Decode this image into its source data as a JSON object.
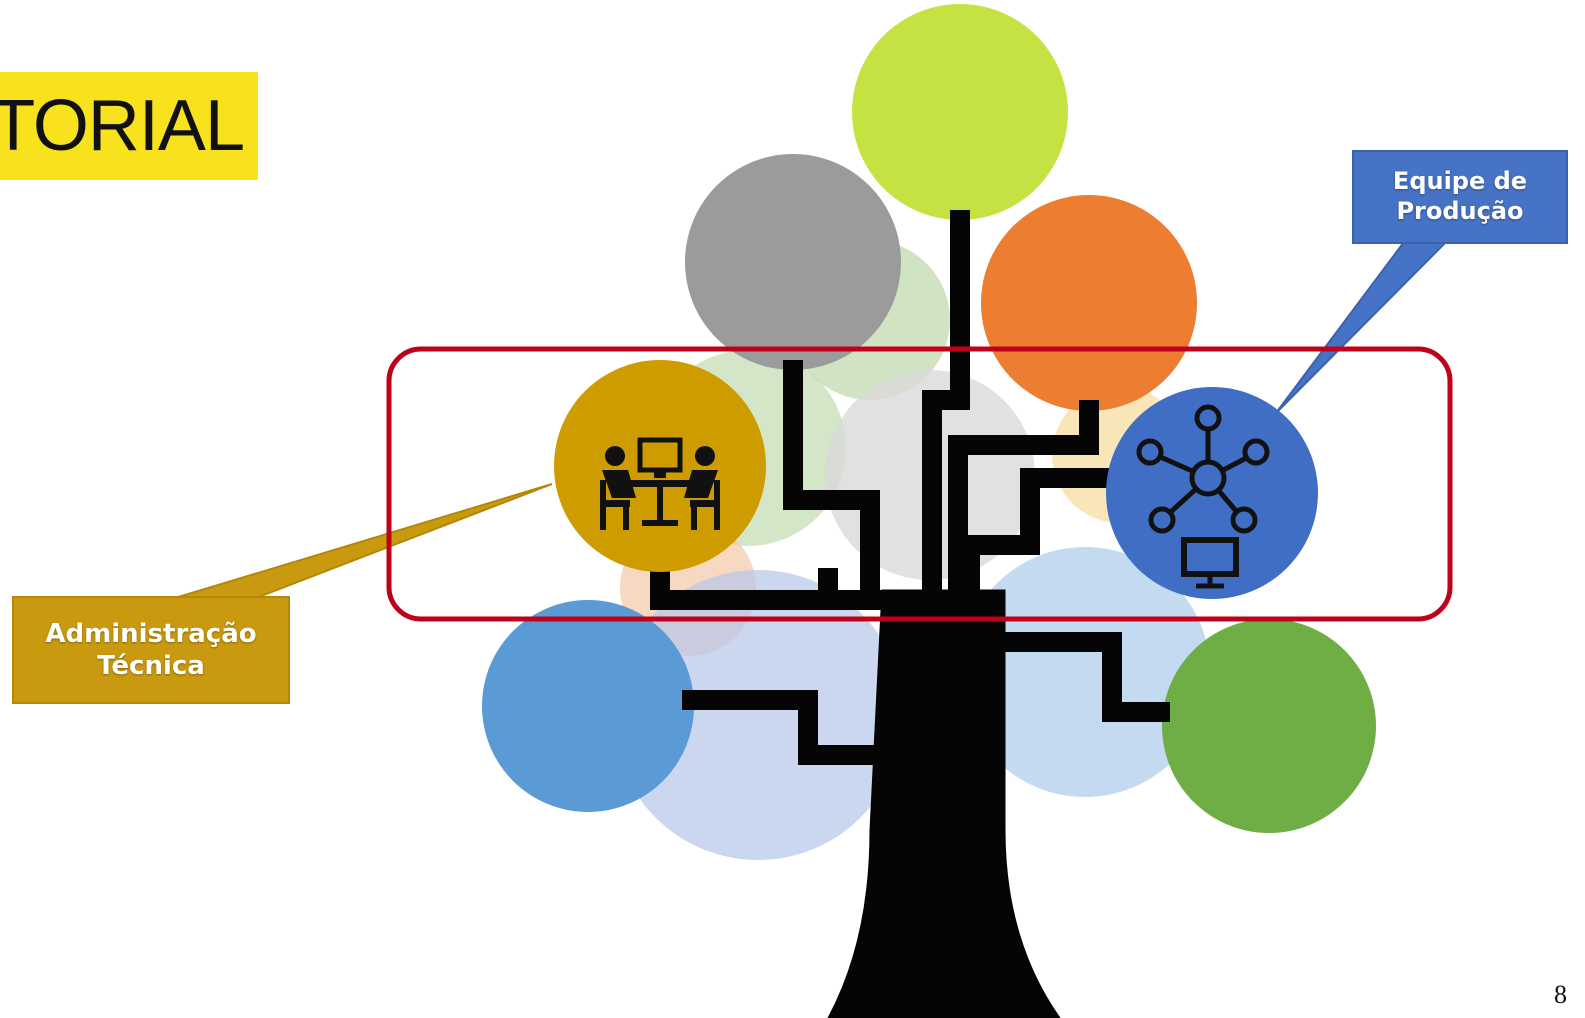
{
  "title": "EDITORIAL",
  "callouts": {
    "admin": {
      "line1": "Administração",
      "line2": "Técnica",
      "color": "#c99a0f"
    },
    "equipe": {
      "line1": "Equipe de",
      "line2": "Produção",
      "color": "#4673c6"
    }
  },
  "highlight_color": "#c0001a",
  "page_number": "8",
  "icons": [
    "meeting-desk-icon",
    "network-people-computer-icon"
  ]
}
